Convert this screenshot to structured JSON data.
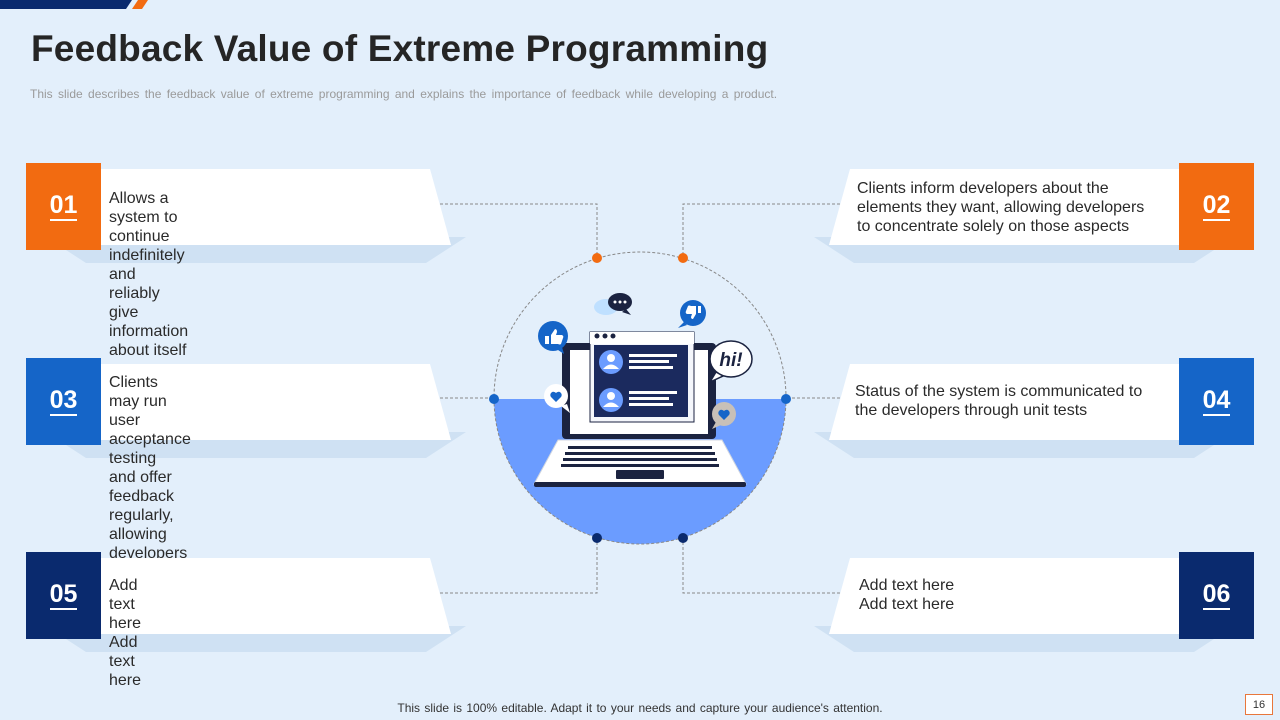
{
  "title": "Feedback Value of Extreme Programming",
  "subtitle": "This slide describes the feedback value of extreme programming and explains the importance of feedback while developing a product.",
  "colors": {
    "orange": "#f26b11",
    "blue": "#1565c8",
    "navy": "#0a2a6e",
    "background": "#e3effb",
    "circle_fill": "#6b9cff"
  },
  "cards": [
    {
      "number": "01",
      "lines": [
        "Allows a system to continue indefinitely",
        "and reliably give information about itself"
      ]
    },
    {
      "number": "02",
      "lines": [
        "Clients inform developers about the",
        "elements they want, allowing developers",
        "to concentrate solely on those aspects"
      ]
    },
    {
      "number": "03",
      "lines": [
        "Clients may run user acceptance testing",
        "and offer feedback regularly, allowing",
        "developers to focus on that information"
      ]
    },
    {
      "number": "04",
      "lines": [
        "Status of the system is communicated to",
        "the developers through unit tests"
      ]
    },
    {
      "number": "05",
      "lines": [
        "Add text here",
        "Add text here"
      ]
    },
    {
      "number": "06",
      "lines": [
        "Add text here",
        "Add text here"
      ]
    }
  ],
  "illustration": {
    "speech_text": "hi!",
    "icons": [
      "thumbs-up-icon",
      "thumbs-down-icon",
      "chat-bubble-icon",
      "heart-icon",
      "user-icon",
      "laptop-icon"
    ]
  },
  "footer": "This slide is 100% editable. Adapt it to your needs and capture your audience's attention.",
  "page_number": "16"
}
